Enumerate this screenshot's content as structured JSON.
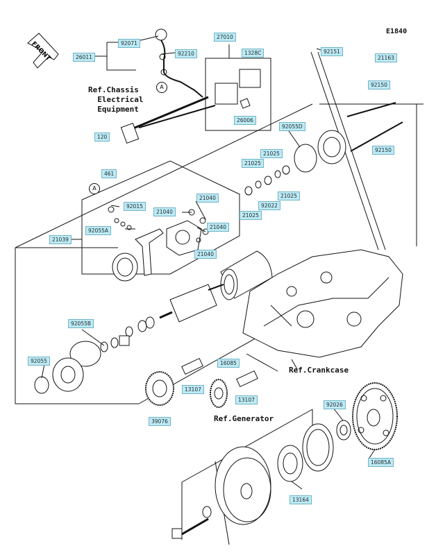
{
  "diagram_code": "E1840",
  "front_label": "FRONT",
  "refs": {
    "chassis": "Ref.Chassis\n  Electrical\n  Equipment",
    "crankcase": "Ref.Crankcase",
    "generator": "Ref.Generator"
  },
  "detail_marker": "A",
  "parts": [
    "92071",
    "92210",
    "26011",
    "27010",
    "1328C",
    "26006",
    "120",
    "461",
    "92151",
    "21163",
    "92150",
    "92150",
    "92055D",
    "21025",
    "21025",
    "21025",
    "21025",
    "92022",
    "92015",
    "21040",
    "21040",
    "21040",
    "21040",
    "92055A",
    "21039",
    "92055B",
    "92055",
    "13107",
    "13107",
    "16085",
    "39076",
    "92026",
    "16085A",
    "13164"
  ],
  "colors": {
    "tag_fill": "#bfeaf3",
    "tag_border": "#6fb4c8",
    "line": "#111111"
  }
}
